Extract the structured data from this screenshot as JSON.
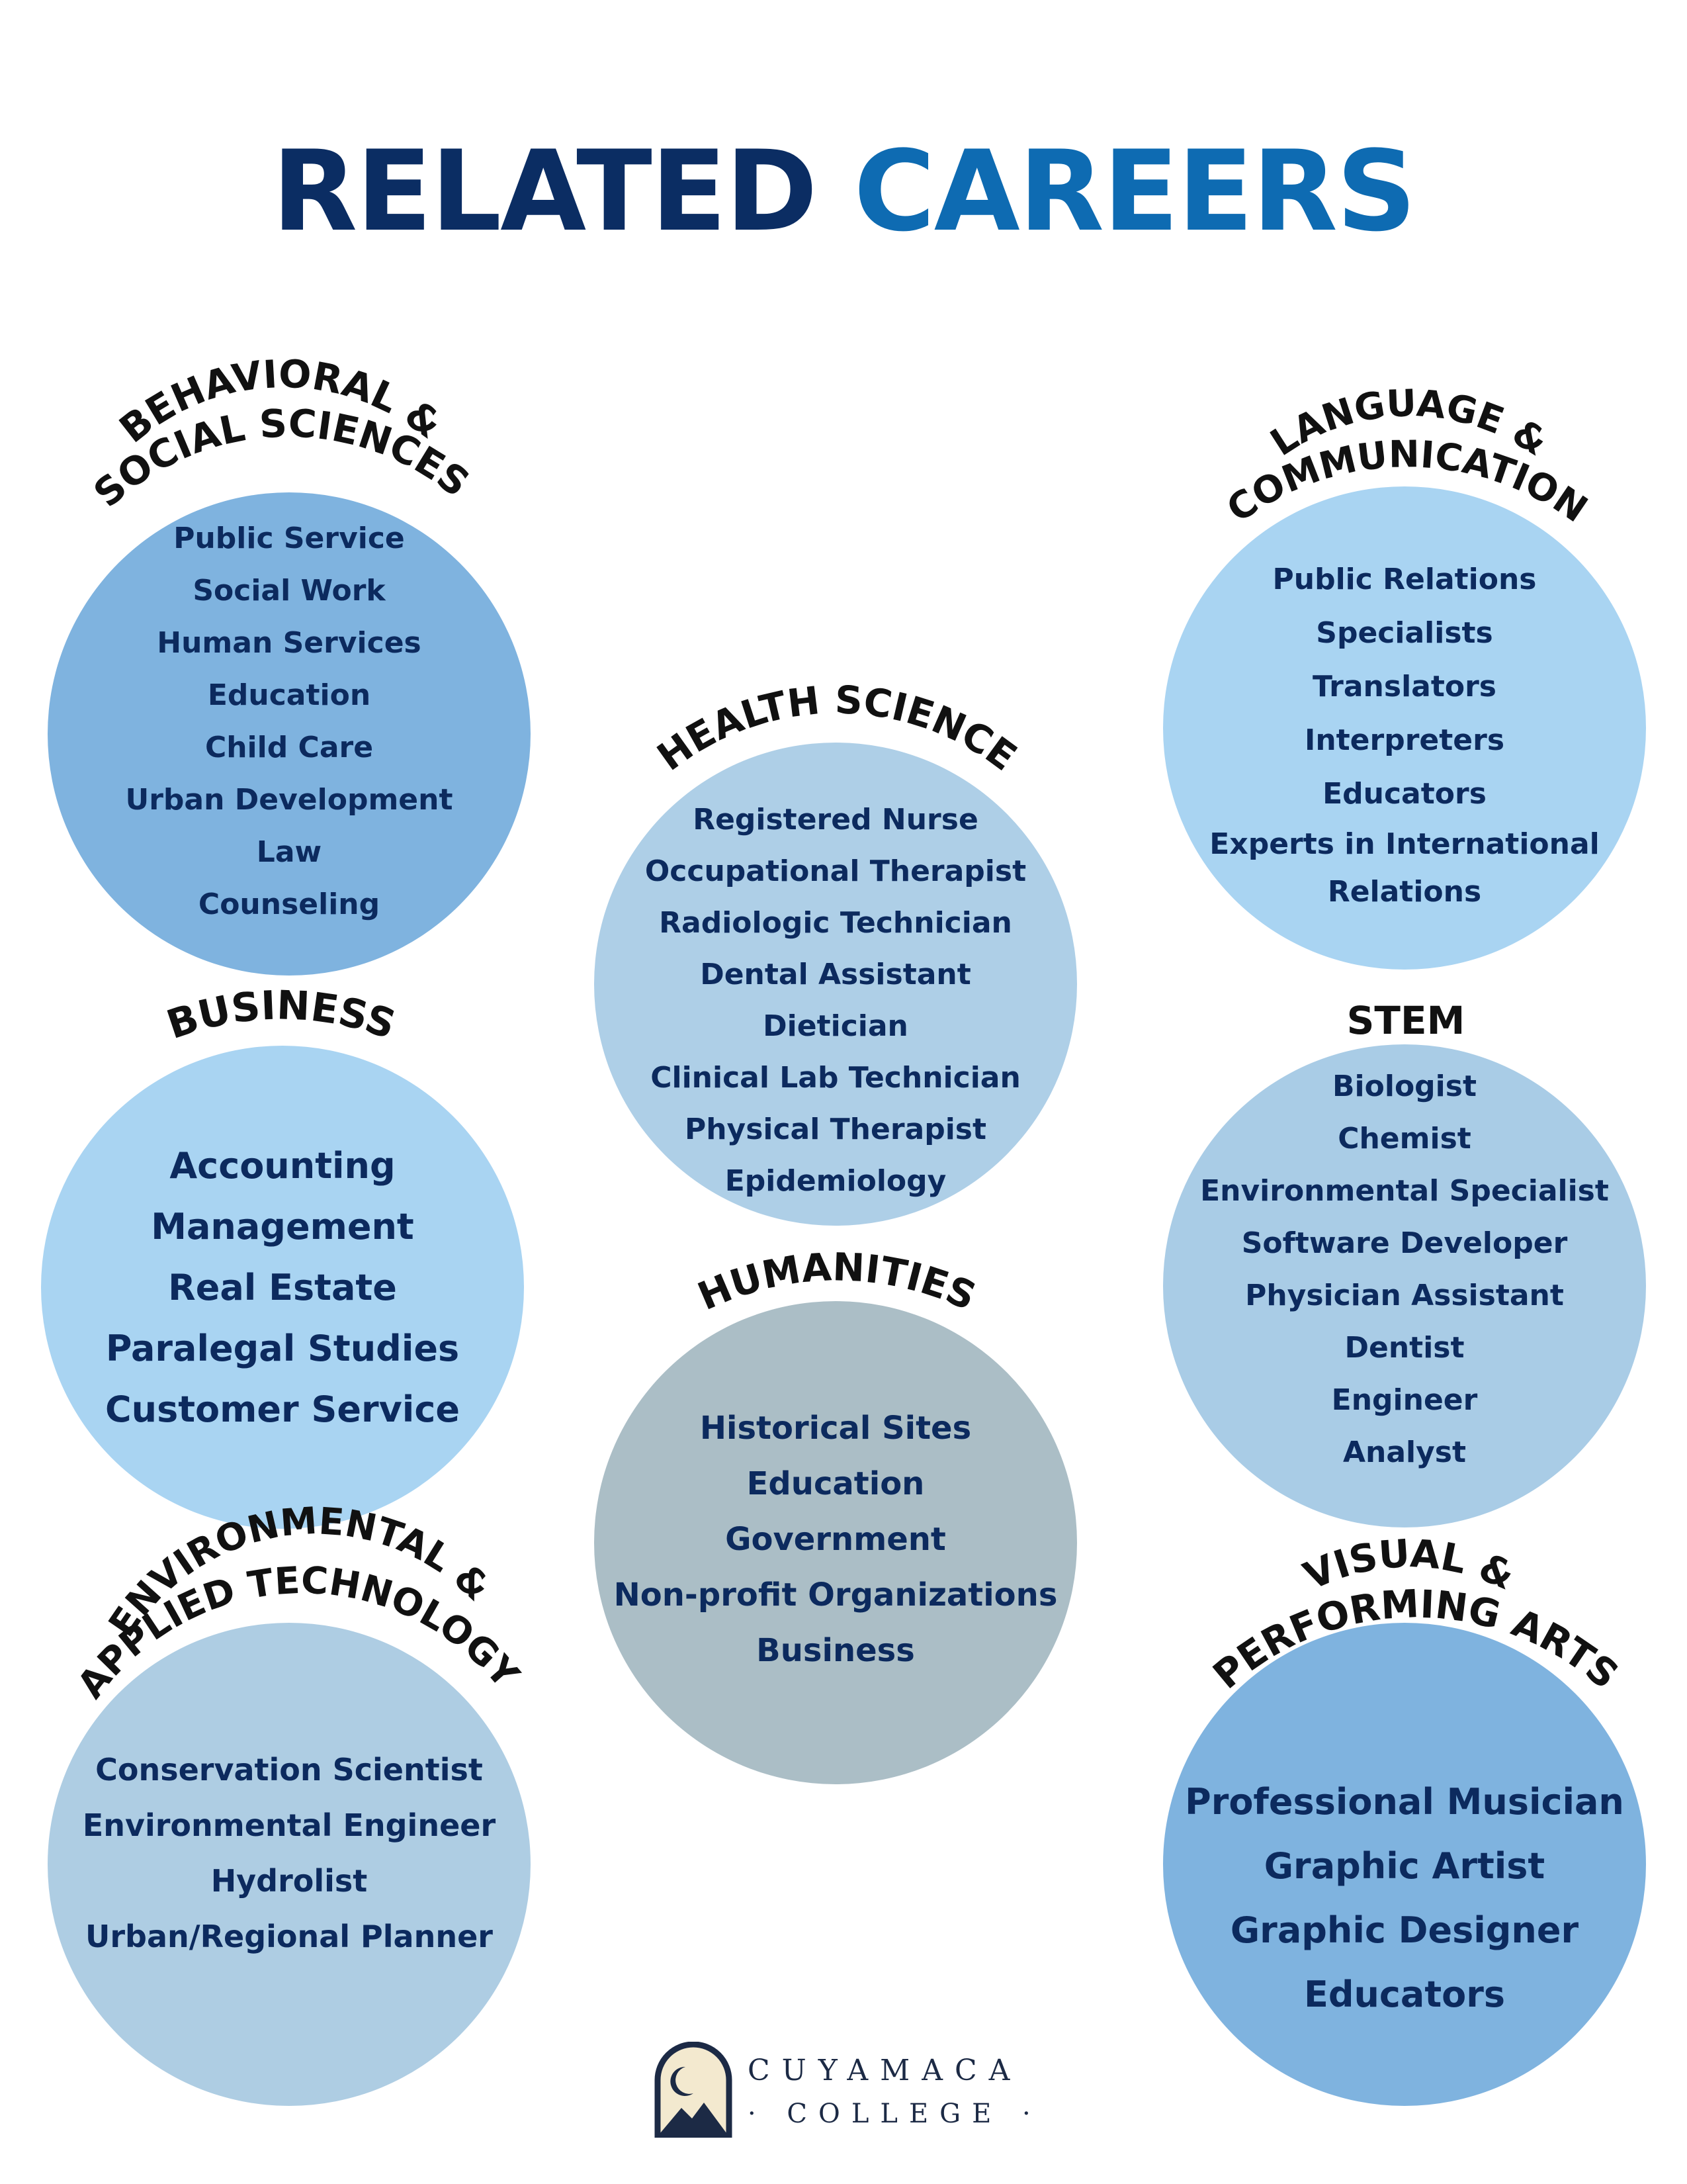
{
  "title": {
    "word1": "RELATED",
    "word2": "CAREERS",
    "colors": {
      "word1": "#0b2d63",
      "word2": "#0e6bb2"
    }
  },
  "groups": {
    "behavioral": {
      "title_line1": "BEHAVIORAL &",
      "title_line2": "SOCIAL SCIENCES",
      "fill": "#7fb3df",
      "items": [
        "Public Service",
        "Social Work",
        "Human Services",
        "Education",
        "Child Care",
        "Urban Development",
        "Law",
        "Counseling"
      ]
    },
    "language": {
      "title_line1": "LANGUAGE &",
      "title_line2": "COMMUNICATION",
      "fill": "#a9d4f2",
      "items": [
        "Public Relations",
        "Specialists",
        "Translators",
        "Interpreters",
        "Educators",
        "Experts in International",
        "Relations"
      ]
    },
    "health": {
      "title_line1": "HEALTH SCIENCE",
      "fill": "#aecfe7",
      "items": [
        "Registered Nurse",
        "Occupational Therapist",
        "Radiologic Technician",
        "Dental Assistant",
        "Dietician",
        "Clinical Lab Technician",
        "Physical Therapist",
        "Epidemiology"
      ]
    },
    "business": {
      "title_line1": "BUSINESS",
      "fill": "#a9d4f2",
      "items": [
        "Accounting",
        "Management",
        "Real Estate",
        "Paralegal Studies",
        "Customer Service"
      ]
    },
    "stem": {
      "title_line1": "STEM",
      "fill": "#a9cce6",
      "items": [
        "Biologist",
        "Chemist",
        "Environmental Specialist",
        "Software Developer",
        "Physician Assistant",
        "Dentist",
        "Engineer",
        "Analyst"
      ]
    },
    "humanities": {
      "title_line1": "HUMANITIES",
      "fill": "#abbec6",
      "items": [
        "Historical Sites",
        "Education",
        "Government",
        "Non-profit Organizations",
        "Business"
      ]
    },
    "environmental": {
      "title_line1": "ENVIRONMENTAL &",
      "title_line2": "APPLIED TECHNOLOGY",
      "fill": "#aecde3",
      "items": [
        "Conservation Scientist",
        "Environmental Engineer",
        "Hydrolist",
        "Urban/Regional Planner"
      ]
    },
    "visual": {
      "title_line1": "VISUAL &",
      "title_line2": "PERFORMING ARTS",
      "fill": "#7fb3df",
      "items": [
        "Professional Musician",
        "Graphic Artist",
        "Graphic Designer",
        "Educators"
      ]
    }
  },
  "logo": {
    "name": "CUYAMACA",
    "sub": "· COLLEGE ·",
    "icon": "cuyamaca-arch-moon-mountain-icon"
  }
}
